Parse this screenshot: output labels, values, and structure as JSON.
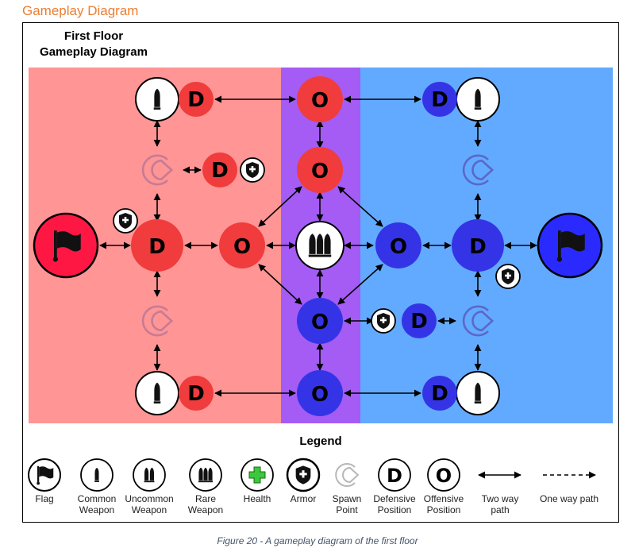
{
  "page": {
    "heading": "Gameplay Diagram",
    "caption": "Figure 20 - A gameplay diagram of the first floor"
  },
  "diagram": {
    "title_line1": "First Floor",
    "title_line2": "Gameplay Diagram",
    "colors": {
      "red_zone": "#ff9595",
      "mid_zone": "#a45cf5",
      "blue_zone": "#62aaff",
      "red_node": "#f03c3c",
      "blue_node": "#3434e6",
      "white_node": "#ffffff",
      "flag_red": "#ff1744",
      "flag_blue": "#2a2aff"
    },
    "letters": {
      "defensive": "D",
      "offensive": "O"
    }
  },
  "legend": {
    "title": "Legend",
    "items": [
      {
        "icon": "flag-icon",
        "line1": "Flag",
        "line2": ""
      },
      {
        "icon": "common-weapon-icon",
        "line1": "Common",
        "line2": "Weapon"
      },
      {
        "icon": "uncommon-weapon-icon",
        "line1": "Uncommon",
        "line2": "Weapon"
      },
      {
        "icon": "rare-weapon-icon",
        "line1": "Rare",
        "line2": "Weapon"
      },
      {
        "icon": "health-icon",
        "line1": "Health",
        "line2": ""
      },
      {
        "icon": "armor-icon",
        "line1": "Armor",
        "line2": ""
      },
      {
        "icon": "spawn-point-icon",
        "line1": "Spawn",
        "line2": "Point"
      },
      {
        "icon": "defensive-position-icon",
        "line1": "Defensive",
        "line2": "Position"
      },
      {
        "icon": "offensive-position-icon",
        "line1": "Offensive",
        "line2": "Position"
      },
      {
        "icon": "two-way-path-icon",
        "line1": "Two way",
        "line2": "path"
      },
      {
        "icon": "one-way-path-icon",
        "line1": "One way path",
        "line2": ""
      }
    ]
  }
}
